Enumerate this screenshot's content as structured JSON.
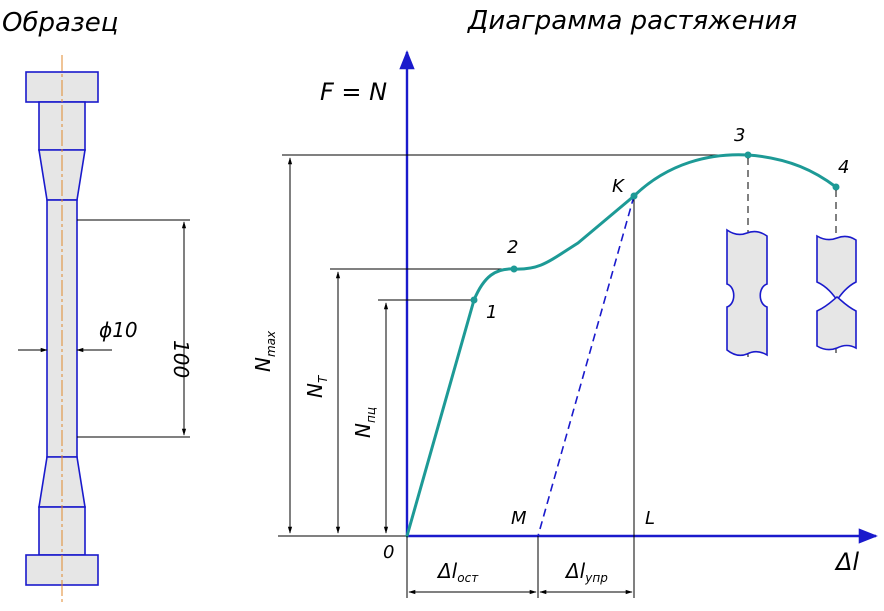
{
  "titles": {
    "specimen": "Образец",
    "diagram": "Диаграмма растяжения"
  },
  "specimen": {
    "diameter_label": "ϕ10",
    "gauge_length_label": "100"
  },
  "axes": {
    "y_label": "F = N",
    "x_label": "Δl",
    "origin_label": "0"
  },
  "forces": {
    "n_max": {
      "main": "N",
      "sub": "max"
    },
    "n_t": {
      "main": "N",
      "sub": "T"
    },
    "n_pc": {
      "main": "N",
      "sub": "пц"
    }
  },
  "points": {
    "p1": "1",
    "p2": "2",
    "p3": "3",
    "p4": "4",
    "k": "K",
    "m": "M",
    "l": "L"
  },
  "deformations": {
    "residual": {
      "main": "Δl",
      "sub": "ост"
    },
    "elastic": {
      "main": "Δl",
      "sub": "упр"
    }
  },
  "colors": {
    "curve": "#1d9a96",
    "axes": "#1a1acc",
    "centerline": "#e08a2c",
    "specimen_fill": "#e6e6e6"
  }
}
